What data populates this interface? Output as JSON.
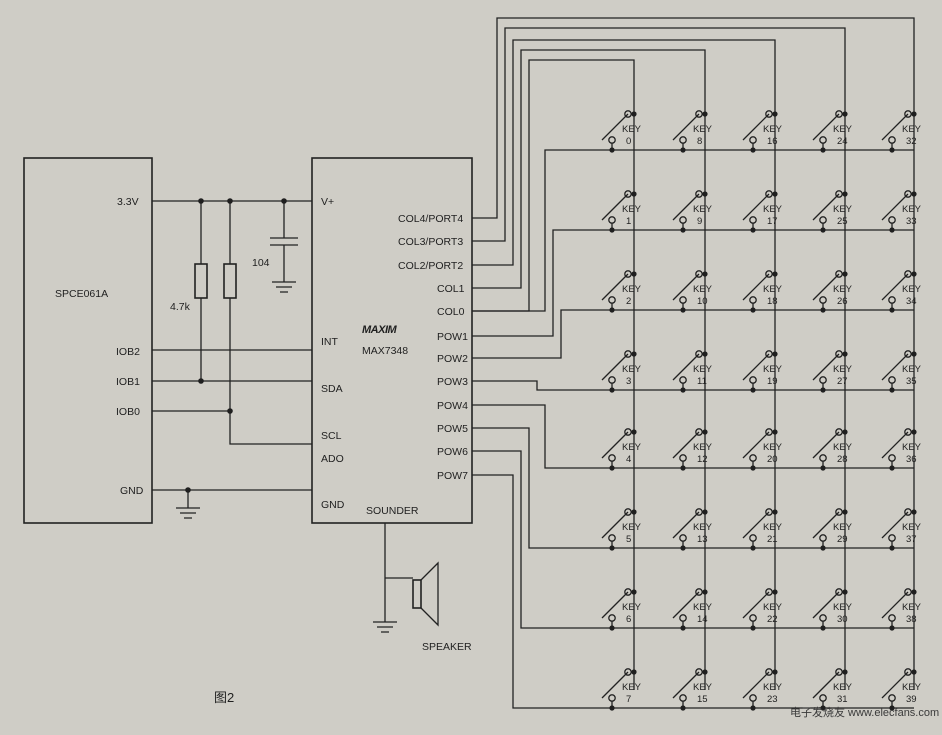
{
  "mcu": {
    "name": "SPCE061A",
    "pins": {
      "vcc": "3.3V",
      "iob2": "IOB2",
      "iob1": "IOB1",
      "iob0": "IOB0",
      "gnd": "GND"
    }
  },
  "ic": {
    "logo": "MAXIM",
    "name": "MAX7348",
    "left_pins": {
      "vplus": "V+",
      "int": "INT",
      "sda": "SDA",
      "scl": "SCL",
      "ado": "ADO",
      "gnd": "GND",
      "sounder": "SOUNDER"
    },
    "right_pins": [
      "COL4/PORT4",
      "COL3/PORT3",
      "COL2/PORT2",
      "COL1",
      "COL0",
      "POW1",
      "POW2",
      "POW3",
      "POW4",
      "POW5",
      "POW6",
      "POW7"
    ]
  },
  "resistor_label": "4.7k",
  "capacitor_label": "104",
  "speaker_label": "SPEAKER",
  "key_label": "KEY",
  "keys": [
    [
      "0",
      "8",
      "16",
      "24",
      "32"
    ],
    [
      "1",
      "9",
      "17",
      "25",
      "33"
    ],
    [
      "2",
      "10",
      "18",
      "26",
      "34"
    ],
    [
      "3",
      "11",
      "19",
      "27",
      "35"
    ],
    [
      "4",
      "12",
      "20",
      "28",
      "36"
    ],
    [
      "5",
      "13",
      "21",
      "29",
      "37"
    ],
    [
      "6",
      "14",
      "22",
      "30",
      "38"
    ],
    [
      "7",
      "15",
      "23",
      "31",
      "39"
    ]
  ],
  "figure_label": "图2",
  "watermark": "电子发烧友 www.elecfans.com"
}
